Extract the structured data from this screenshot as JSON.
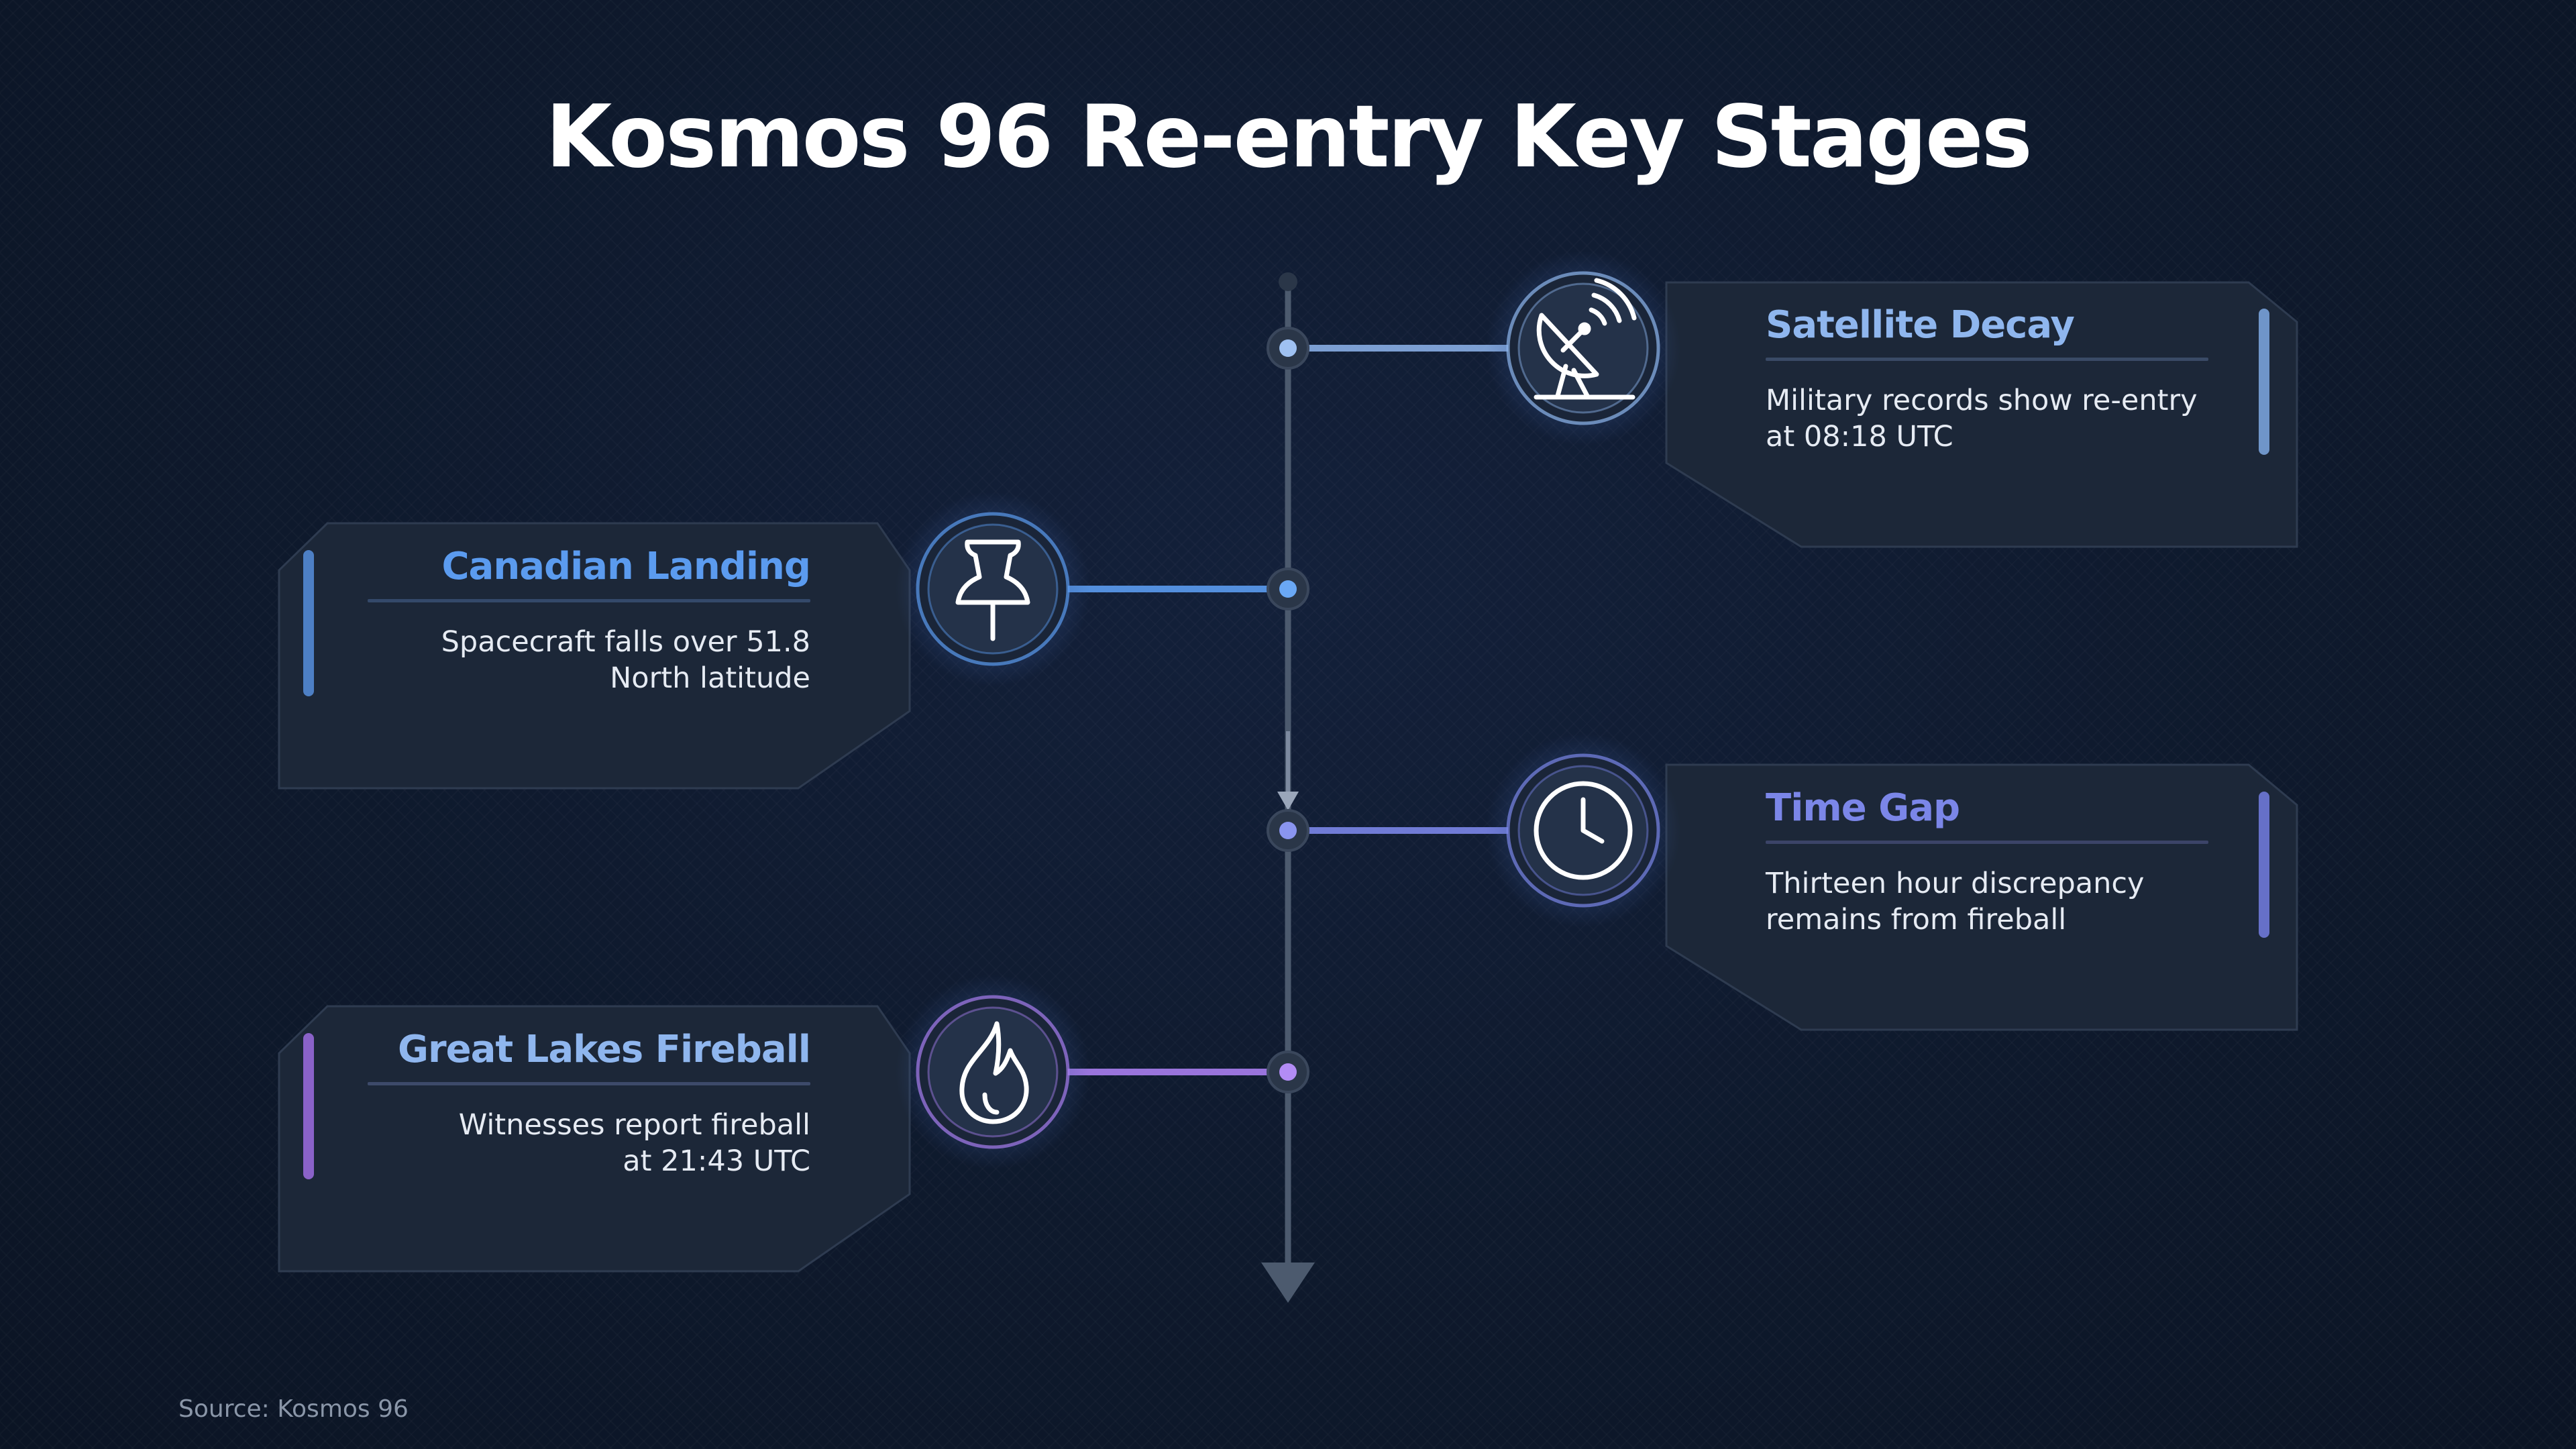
{
  "title": "Kosmos 96 Re-entry Key Stages",
  "source": "Source: Kosmos 96",
  "colors": {
    "background": "#0e192c",
    "card": "#1c2738",
    "axis": "#4c5a6e",
    "blue_light": "#8fb6ee",
    "blue": "#5b9bef",
    "indigo": "#7b86e8",
    "violet": "#a87ef0"
  },
  "stages": [
    {
      "id": "satellite-decay",
      "side": "right",
      "icon": "satellite-dish-icon",
      "title": "Satellite Decay",
      "description": "Military records show re-entry\nat 08:18 UTC",
      "color": "#8fb6ee",
      "bar_color": "#6f95c9"
    },
    {
      "id": "canadian-landing",
      "side": "left",
      "icon": "pushpin-icon",
      "title": "Canadian Landing",
      "description": "Spacecraft falls over 51.8\nNorth latitude",
      "color": "#5b9bef",
      "bar_color": "#4d7fc4"
    },
    {
      "id": "time-gap",
      "side": "right",
      "icon": "clock-icon",
      "title": "Time Gap",
      "description": "Thirteen hour discrepancy\nremains from fireball",
      "color": "#7b86e8",
      "bar_color": "#6670c8"
    },
    {
      "id": "great-lakes-fireball",
      "side": "left",
      "icon": "flame-icon",
      "title": "Great Lakes Fireball",
      "description": "Witnesses report fireball\nat 21:43 UTC",
      "color": "#a87ef0",
      "bar_color": "#8a62c8"
    }
  ]
}
